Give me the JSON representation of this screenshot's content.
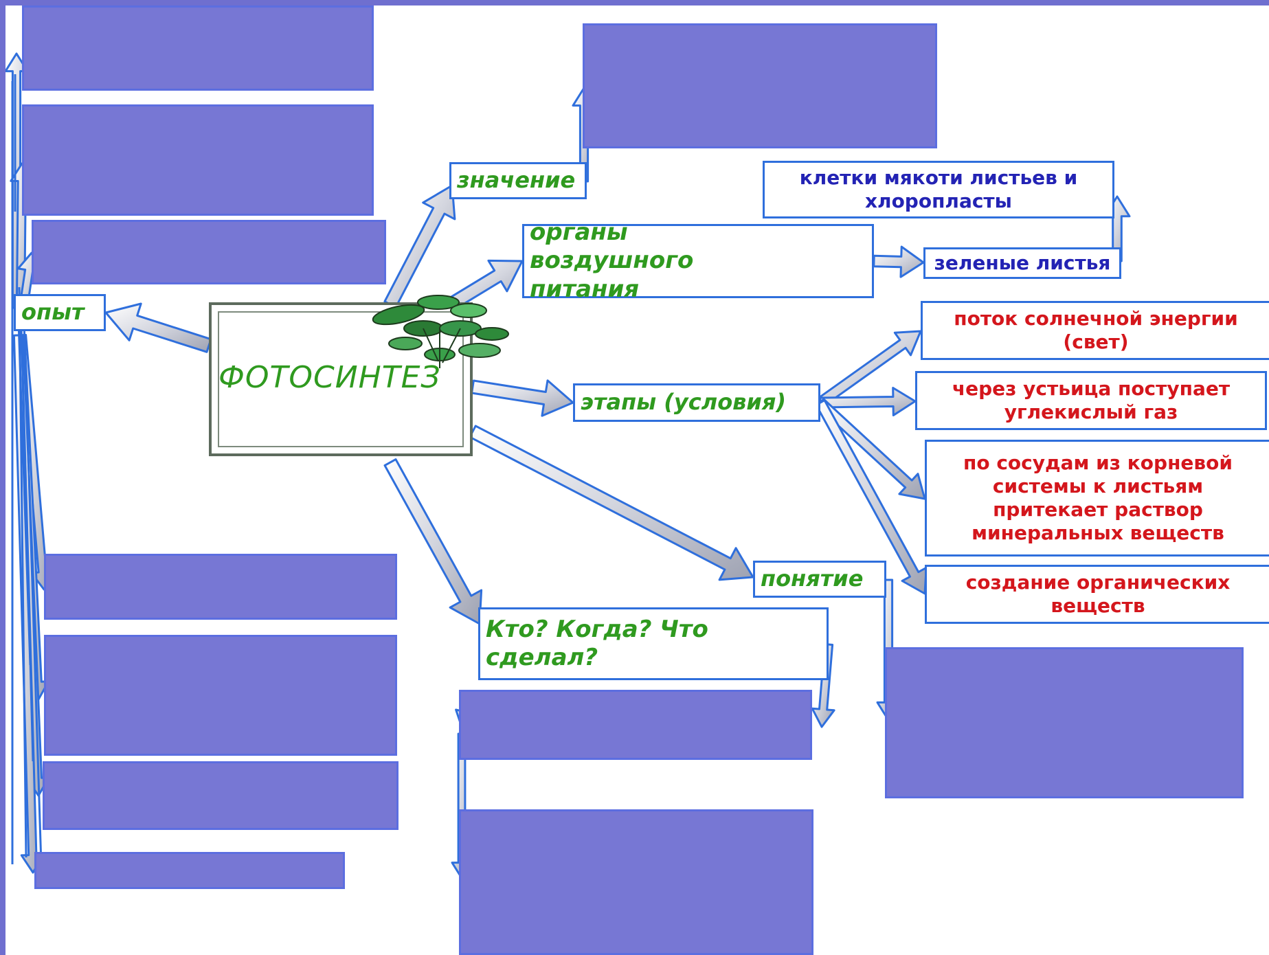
{
  "center": {
    "title": "ФОТОСИНТЕЗ",
    "icon": "plant-icon"
  },
  "categories": {
    "experience": "опыт",
    "significance": "значение",
    "air_nutrition_organs": "органы воздушного питания",
    "stages": "этапы (условия)",
    "concept": "понятие",
    "who_when_what": "Кто? Когда? Что сделал?"
  },
  "details": {
    "leaf_cells": "клетки мякоти листьев и хлоропласты",
    "green_leaves": "зеленые листья",
    "sunlight": "поток солнечной энергии (свет)",
    "carbon_dioxide": "через устьица поступает углекислый газ",
    "minerals": "по сосудам из корневой системы к листьям притекает раствор минеральных веществ",
    "organic_matter": "создание органических веществ"
  },
  "colors": {
    "background": "#6f6fcf",
    "hidden_box": "#7777d4",
    "box_border": "#2f6fdc",
    "category_text": "#2f9a1f",
    "organ_text": "#2323b4",
    "condition_text": "#d4161c"
  }
}
